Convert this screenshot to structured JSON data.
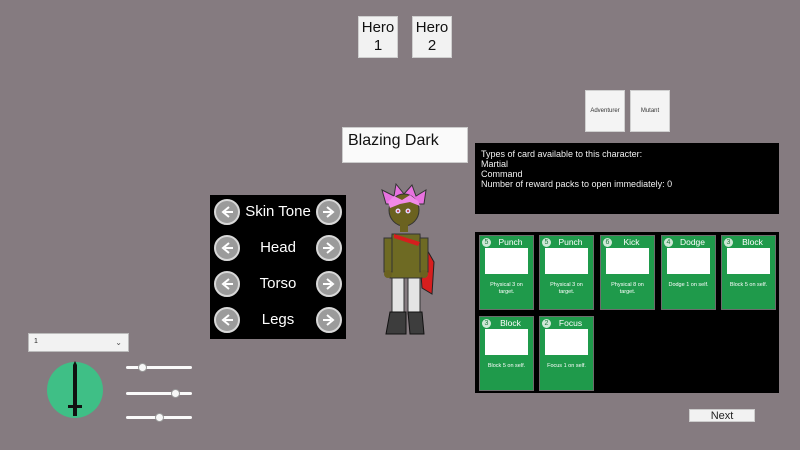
{
  "heroes": [
    {
      "label_line1": "Hero",
      "label_line2": "1"
    },
    {
      "label_line1": "Hero",
      "label_line2": "2"
    }
  ],
  "classes": [
    "Adventurer",
    "Mutant"
  ],
  "character_name": "Blazing Dark",
  "info": {
    "line1": "Types of card available to this character:",
    "line2": "Martial",
    "line3": "Command",
    "line4": "Number of reward packs to open immediately: 0"
  },
  "customization": [
    "Skin Tone",
    "Head",
    "Torso",
    "Legs"
  ],
  "cards": [
    {
      "cost": "5",
      "title": "Punch",
      "desc": "Physical 3 on target."
    },
    {
      "cost": "5",
      "title": "Punch",
      "desc": "Physical 3 on target."
    },
    {
      "cost": "6",
      "title": "Kick",
      "desc": "Physical 8 on target."
    },
    {
      "cost": "4",
      "title": "Dodge",
      "desc": "Dodge 1 on self."
    },
    {
      "cost": "3",
      "title": "Block",
      "desc": "Block 5 on self."
    },
    {
      "cost": "3",
      "title": "Block",
      "desc": "Block 5 on self."
    },
    {
      "cost": "2",
      "title": "Focus",
      "desc": "Focus 1 on self."
    }
  ],
  "dropdown_value": "1",
  "sliders": [
    0.25,
    0.75,
    0.5
  ],
  "next_label": "Next",
  "colors": {
    "background": "#857b80",
    "card_green": "#1f9a4b",
    "dial_green": "#3fbf86",
    "panel": "#000000"
  }
}
